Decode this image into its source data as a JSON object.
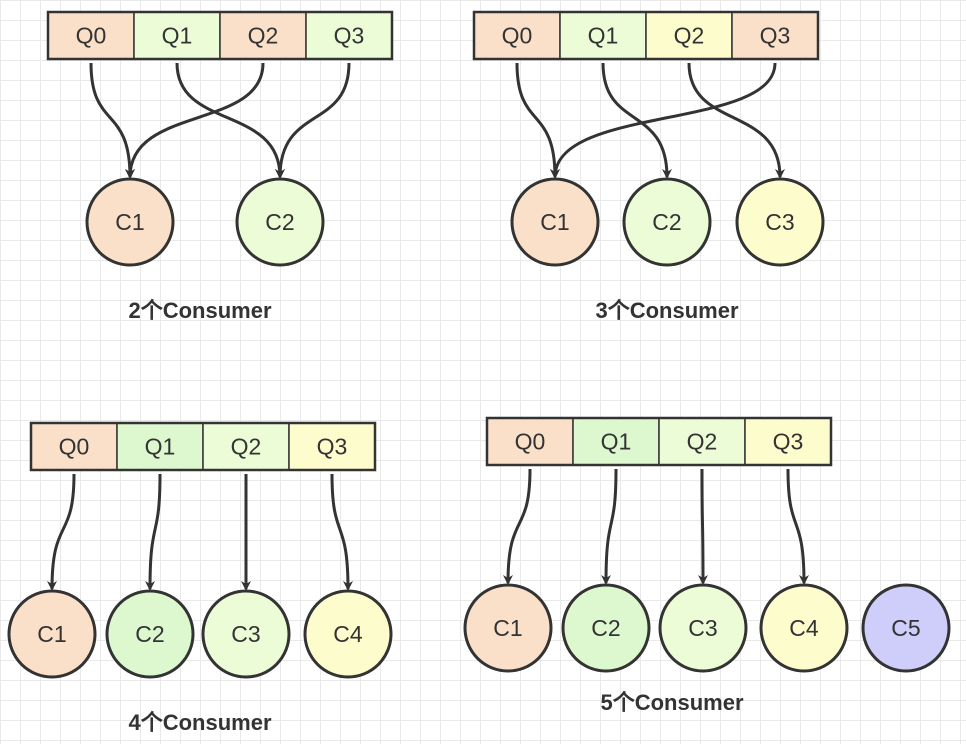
{
  "colors": {
    "peach": "#fae0c8",
    "green": "#ddf8cf",
    "lime": "#ebfcd6",
    "yellow": "#fdfccd",
    "lavender": "#cfcdfa",
    "stroke": "#333333",
    "arrow": "#333333"
  },
  "panels": [
    {
      "caption": "2个Consumer",
      "queues": [
        {
          "label": "Q0",
          "color": "peach"
        },
        {
          "label": "Q1",
          "color": "lime"
        },
        {
          "label": "Q2",
          "color": "peach"
        },
        {
          "label": "Q3",
          "color": "lime"
        }
      ],
      "consumers": [
        {
          "label": "C1",
          "color": "peach"
        },
        {
          "label": "C2",
          "color": "lime"
        }
      ],
      "assignments": [
        {
          "queue": "Q0",
          "consumer": "C1"
        },
        {
          "queue": "Q1",
          "consumer": "C2"
        },
        {
          "queue": "Q2",
          "consumer": "C1"
        },
        {
          "queue": "Q3",
          "consumer": "C2"
        }
      ]
    },
    {
      "caption": "3个Consumer",
      "queues": [
        {
          "label": "Q0",
          "color": "peach"
        },
        {
          "label": "Q1",
          "color": "lime"
        },
        {
          "label": "Q2",
          "color": "yellow"
        },
        {
          "label": "Q3",
          "color": "peach"
        }
      ],
      "consumers": [
        {
          "label": "C1",
          "color": "peach"
        },
        {
          "label": "C2",
          "color": "lime"
        },
        {
          "label": "C3",
          "color": "yellow"
        }
      ],
      "assignments": [
        {
          "queue": "Q0",
          "consumer": "C1"
        },
        {
          "queue": "Q1",
          "consumer": "C2"
        },
        {
          "queue": "Q2",
          "consumer": "C3"
        },
        {
          "queue": "Q3",
          "consumer": "C1"
        }
      ]
    },
    {
      "caption": "4个Consumer",
      "queues": [
        {
          "label": "Q0",
          "color": "peach"
        },
        {
          "label": "Q1",
          "color": "green"
        },
        {
          "label": "Q2",
          "color": "lime"
        },
        {
          "label": "Q3",
          "color": "yellow"
        }
      ],
      "consumers": [
        {
          "label": "C1",
          "color": "peach"
        },
        {
          "label": "C2",
          "color": "green"
        },
        {
          "label": "C3",
          "color": "lime"
        },
        {
          "label": "C4",
          "color": "yellow"
        }
      ],
      "assignments": [
        {
          "queue": "Q0",
          "consumer": "C1"
        },
        {
          "queue": "Q1",
          "consumer": "C2"
        },
        {
          "queue": "Q2",
          "consumer": "C3"
        },
        {
          "queue": "Q3",
          "consumer": "C4"
        }
      ]
    },
    {
      "caption": "5个Consumer",
      "queues": [
        {
          "label": "Q0",
          "color": "peach"
        },
        {
          "label": "Q1",
          "color": "green"
        },
        {
          "label": "Q2",
          "color": "lime"
        },
        {
          "label": "Q3",
          "color": "yellow"
        }
      ],
      "consumers": [
        {
          "label": "C1",
          "color": "peach"
        },
        {
          "label": "C2",
          "color": "green"
        },
        {
          "label": "C3",
          "color": "lime"
        },
        {
          "label": "C4",
          "color": "yellow"
        },
        {
          "label": "C5",
          "color": "lavender"
        }
      ],
      "assignments": [
        {
          "queue": "Q0",
          "consumer": "C1"
        },
        {
          "queue": "Q1",
          "consumer": "C2"
        },
        {
          "queue": "Q2",
          "consumer": "C3"
        },
        {
          "queue": "Q3",
          "consumer": "C4"
        }
      ]
    }
  ]
}
